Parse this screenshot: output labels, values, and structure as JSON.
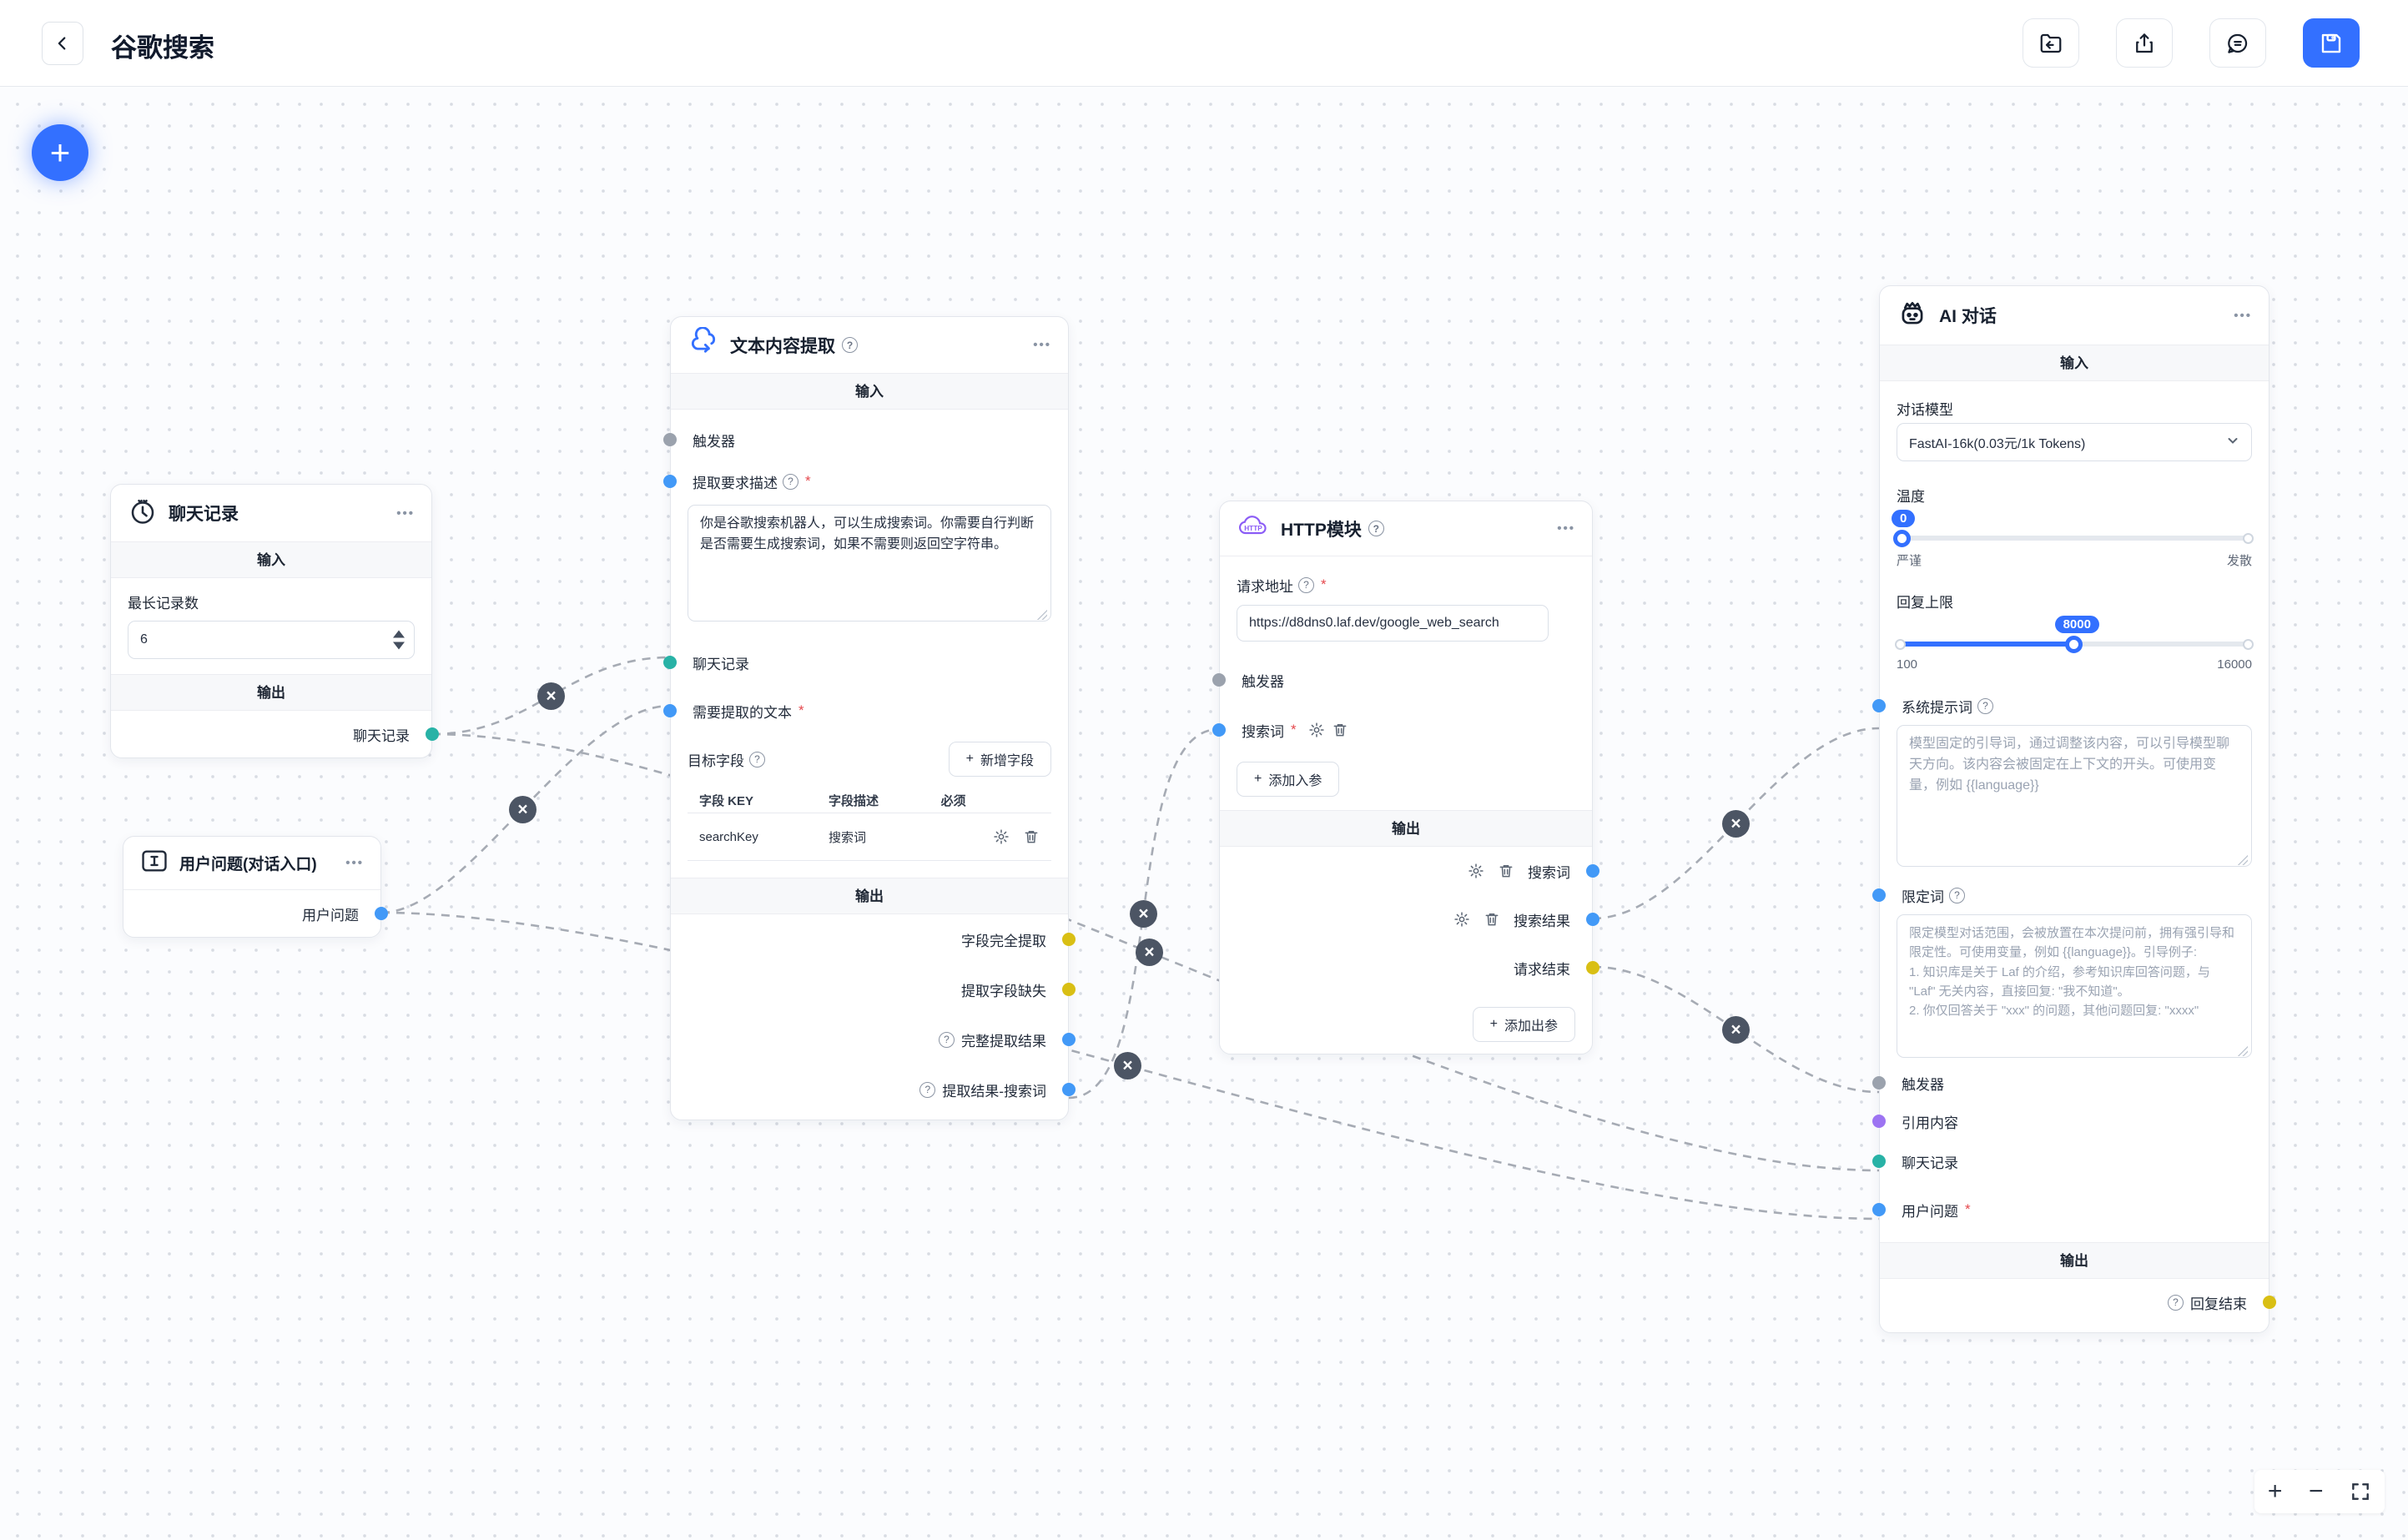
{
  "header": {
    "title": "谷歌搜索",
    "actions": {
      "import": "folder-import",
      "export": "share-export",
      "chat": "chat-feedback",
      "save": "save"
    }
  },
  "ui": {
    "plus": "+",
    "zoom_in": "+",
    "zoom_out": "−",
    "menu": "•••"
  },
  "colors": {
    "accent": "#3370ff",
    "port_blue": "#4299f7",
    "port_teal": "#28b2a6",
    "port_yellow": "#d9bf14",
    "port_gray": "#9ba2ad",
    "port_purple": "#9d74f2",
    "edge": "#a6abb4"
  },
  "nodes": {
    "chat_history": {
      "title": "聊天记录",
      "input_band": "输入",
      "output_band": "输出",
      "max_records_label": "最长记录数",
      "max_records_value": "6",
      "output_label": "聊天记录"
    },
    "user_question": {
      "title": "用户问题(对话入口)",
      "output_label": "用户问题"
    },
    "extract": {
      "title": "文本内容提取",
      "input_band": "输入",
      "output_band": "输出",
      "trigger_label": "触发器",
      "desc_label": "提取要求描述",
      "desc_value": "你是谷歌搜索机器人，可以生成搜索词。你需要自行判断是否需要生成搜索词，如果不需要则返回空字符串。",
      "history_label": "聊天记录",
      "text_label": "需要提取的文本",
      "target_fields_label": "目标字段",
      "add_field_button": "新增字段",
      "table": {
        "headers": [
          "字段 KEY",
          "字段描述",
          "必须"
        ],
        "rows": [
          {
            "key": "searchKey",
            "desc": "搜索词"
          }
        ]
      },
      "outputs": [
        {
          "label": "字段完全提取"
        },
        {
          "label": "提取字段缺失"
        },
        {
          "label": "完整提取结果"
        },
        {
          "label": "提取结果-搜索词"
        }
      ]
    },
    "http": {
      "title": "HTTP模块",
      "output_band": "输出",
      "url_label": "请求地址",
      "url_value": "https://d8dns0.laf.dev/google_web_search",
      "trigger_label": "触发器",
      "param_label": "搜索词",
      "add_input_button": "添加入参",
      "add_output_button": "添加出参",
      "outputs": [
        {
          "label": "搜索词"
        },
        {
          "label": "搜索结果"
        },
        {
          "label": "请求结束"
        }
      ]
    },
    "ai_chat": {
      "title": "AI 对话",
      "input_band": "输入",
      "output_band": "输出",
      "model_label": "对话模型",
      "model_value": "FastAI-16k(0.03元/1k Tokens)",
      "temperature_label": "温度",
      "temperature_value": "0",
      "temperature_min_label": "严谨",
      "temperature_max_label": "发散",
      "max_reply_label": "回复上限",
      "max_reply_value": "8000",
      "max_reply_min": "100",
      "max_reply_max": "16000",
      "system_prompt_label": "系统提示词",
      "system_prompt_placeholder": "模型固定的引导词，通过调整该内容，可以引导模型聊天方向。该内容会被固定在上下文的开头。可使用变量，例如 {{language}}",
      "limit_label": "限定词",
      "limit_placeholder": "限定模型对话范围，会被放置在本次提问前，拥有强引导和限定性。可使用变量，例如 {{language}}。引导例子:\n1. 知识库是关于 Laf 的介绍，参考知识库回答问题，与 \"Laf\" 无关内容，直接回复: \"我不知道\"。\n2. 你仅回答关于 \"xxx\" 的问题，其他问题回复: \"xxxx\"",
      "trigger_label": "触发器",
      "quote_label": "引用内容",
      "history_label": "聊天记录",
      "question_label": "用户问题",
      "output_label": "回复结束"
    }
  },
  "edges": [
    {
      "from": "聊天记录.聊天记录",
      "to": "文本内容提取.聊天记录"
    },
    {
      "from": "聊天记录.聊天记录",
      "to": "AI 对话.聊天记录"
    },
    {
      "from": "用户问题.用户问题",
      "to": "文本内容提取.需要提取的文本"
    },
    {
      "from": "用户问题.用户问题",
      "to": "AI 对话.用户问题"
    },
    {
      "from": "文本内容提取.提取结果-搜索词",
      "to": "HTTP模块.搜索词"
    },
    {
      "from": "HTTP模块.搜索结果",
      "to": "AI 对话.系统提示词"
    },
    {
      "from": "HTTP模块.请求结束",
      "to": "AI 对话.触发器"
    }
  ]
}
